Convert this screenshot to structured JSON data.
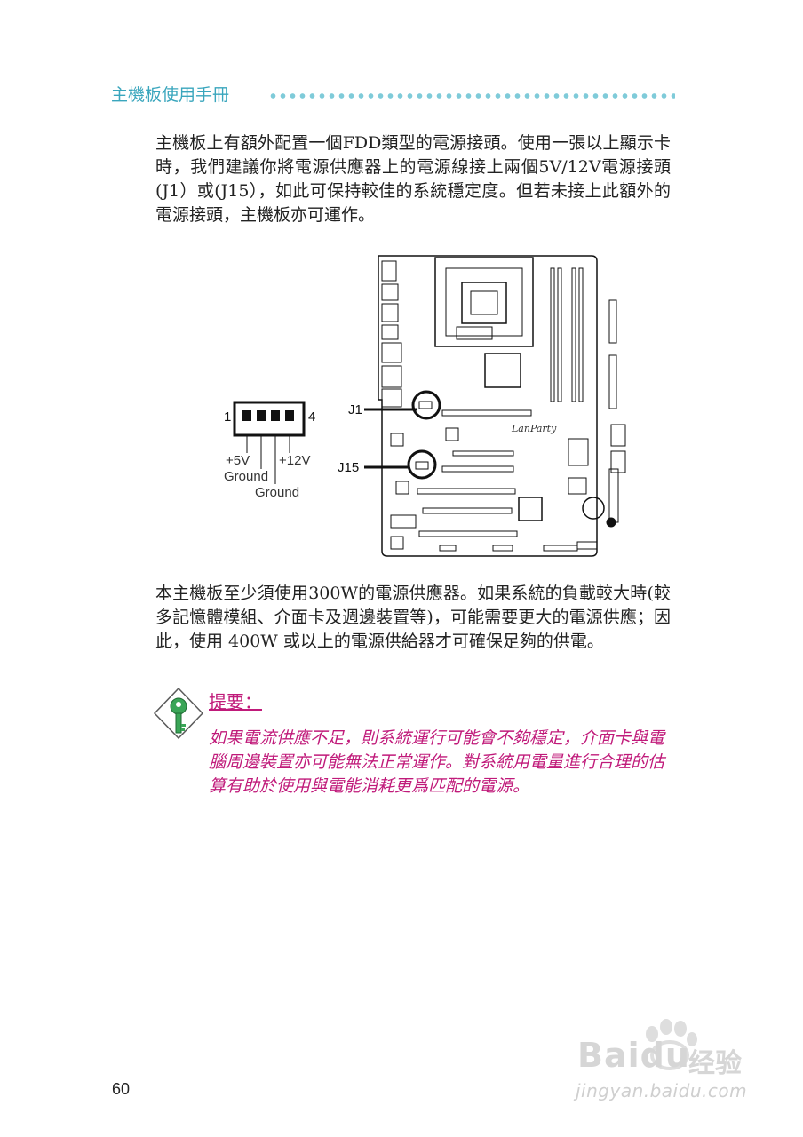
{
  "header": {
    "title": "主機板使用手冊"
  },
  "paragraphs": {
    "p1": "主機板上有額外配置一個FDD類型的電源接頭。使用一張以上顯示卡時，我們建議你將電源供應器上的電源線接上兩個5V/12V電源接頭(J1）或(J15），如此可保持較佳的系統穩定度。但若未接上此額外的電源接頭，主機板亦可運作。",
    "p2": "本主機板至少須使用300W的電源供應器。如果系統的負載較大時(較多記憶體模組、介面卡及週邊裝置等)，可能需要更大的電源供應；因此，使用 400W 或以上的電源供給器才可確保足夠的供電。"
  },
  "diagram": {
    "pin_left": "1",
    "pin_right": "4",
    "label_5v": "+5V",
    "label_12v": "+12V",
    "label_ground1": "Ground",
    "label_ground2": "Ground",
    "label_j1": "J1",
    "label_j15": "J15",
    "board_logo": "LanParty"
  },
  "note": {
    "title": "提要：",
    "text": "如果電流供應不足，則系統運行可能會不夠穩定，介面卡與電腦周邊裝置亦可能無法正常運作。對系統用電量進行合理的估算有助於使用與電能消耗更爲匹配的電源。",
    "icon": "key-icon"
  },
  "footer": {
    "page_number": "60"
  },
  "watermark": {
    "brand": "Baidu",
    "cn": "经验",
    "url": "jingyan.baidu.com",
    "icon": "paw-icon"
  }
}
